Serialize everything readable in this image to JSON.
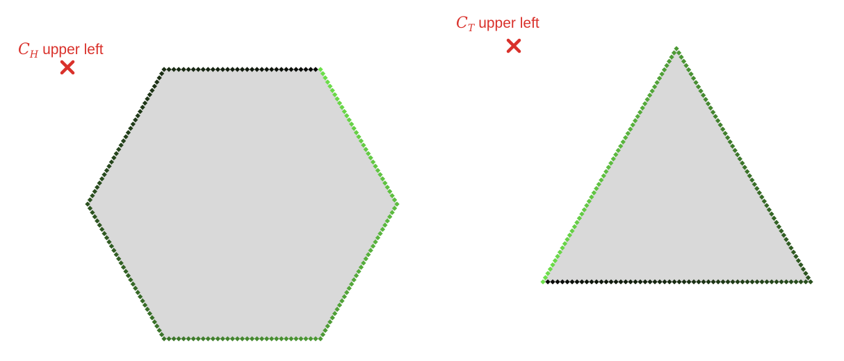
{
  "colors": {
    "label_red": "#d9312b",
    "shape_fill": "#d9d9d9",
    "edge_gradient_light": "#6de04a",
    "edge_gradient_dark": "#0a0a0a"
  },
  "hexagon": {
    "corner_label": {
      "var": "C",
      "sub": "H",
      "text": "upper left"
    },
    "corner_marker": "cross-marker-icon"
  },
  "triangle": {
    "corner_label": {
      "var": "C",
      "sub": "T",
      "text": "upper left"
    },
    "corner_marker": "cross-marker-icon"
  }
}
